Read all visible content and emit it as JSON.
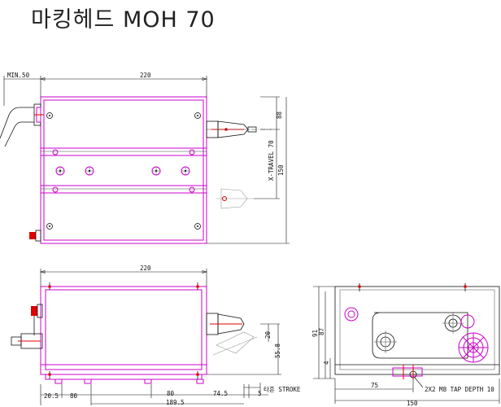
{
  "title": "마킹헤드 MOH 70",
  "dimensions": {
    "min_50": "MIN.50",
    "top_width": "220",
    "top_88": "88",
    "x_travel": "X-TRAVEL 70",
    "top_150": "150",
    "front_width": "220",
    "front_20": "20",
    "front_55_8": "55.8",
    "bottom_20_5": "20.5",
    "bottom_80a": "80",
    "bottom_80b": "80",
    "bottom_74_5": "74.5",
    "bottom_5": "5",
    "bottom_189_5": "189.5",
    "stroke": "타흔 STROKE",
    "side_91": "91",
    "side_87": "87",
    "side_4": "4",
    "side_75": "75",
    "side_150": "150",
    "tap_note": "2X2 M8 TAP DEPTH 10"
  },
  "colors": {
    "outline": "#cc00cc",
    "dimension": "#111111",
    "marker": "#e00000"
  }
}
